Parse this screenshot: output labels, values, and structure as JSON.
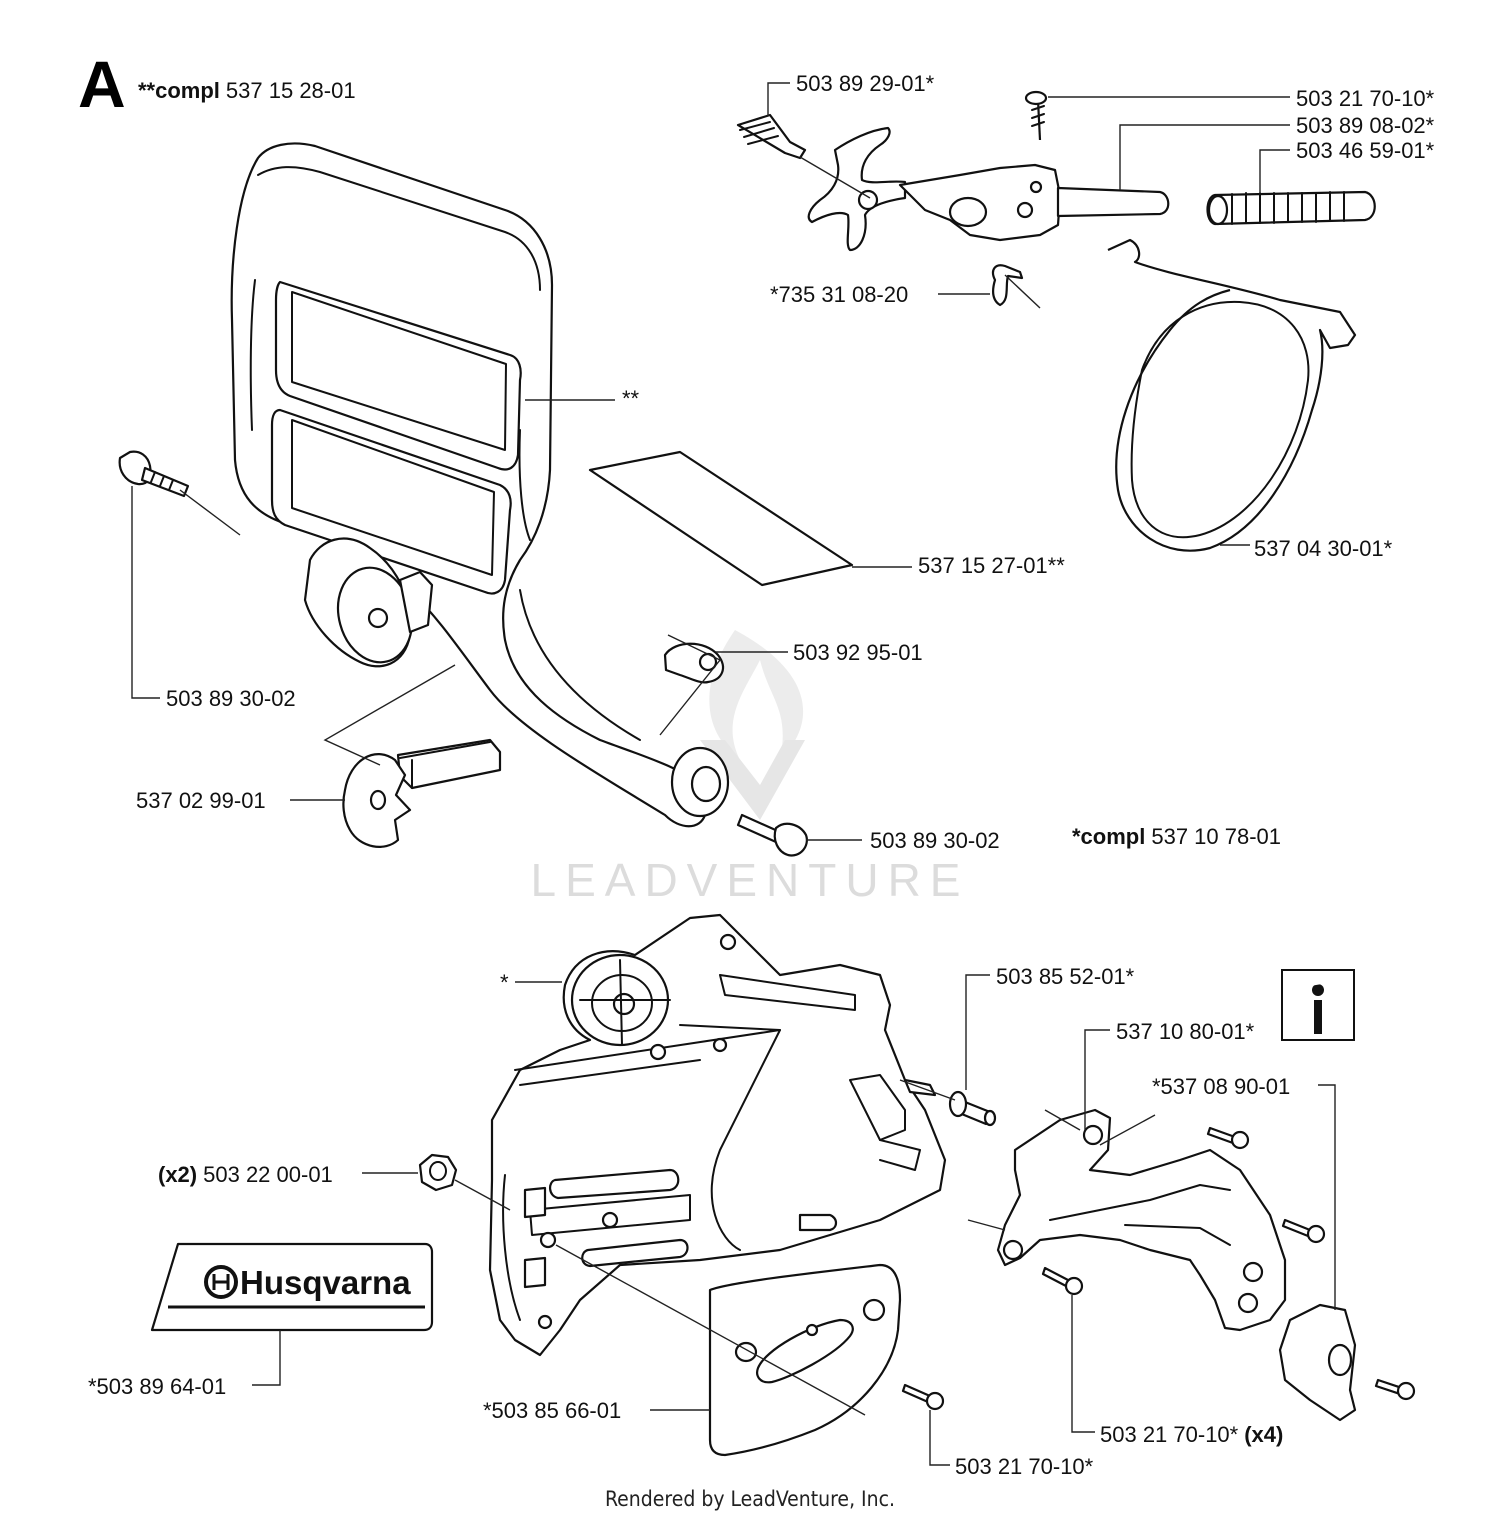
{
  "section": {
    "letter": "A",
    "kit_prefix": "**compl",
    "kit_number": "537 15 28-01"
  },
  "kit2": {
    "prefix": "*compl",
    "number": "537 10 78-01"
  },
  "labels": {
    "p_503892901": "503 89 29-01*",
    "p_503217010_top": "503 21 70-10*",
    "p_503890802": "503 89 08-02*",
    "p_503465901": "503 46 59-01*",
    "p_735310820": "*735 31 08-20",
    "p_guard_marker": "**",
    "p_537152701": "537 15 27-01**",
    "p_537043001": "537 04 30-01*",
    "p_503929501": "503 92 95-01",
    "p_503893002_a": "503 89 30-02",
    "p_537029901": "537 02 99-01",
    "p_503893002_b": "503 89 30-02",
    "p_cover_marker": "*",
    "p_503855201": "503 85 52-01*",
    "p_537108001": "537 10 80-01*",
    "p_537089001": "*537 08 90-01",
    "p_qty_x2": "(x2)",
    "p_503220001": "503 22 00-01",
    "p_503896401": "*503 89 64-01",
    "p_503856601": "*503 85 66-01",
    "p_503217010_x4": "503 21 70-10*",
    "p_qty_x4": "(x4)",
    "p_503217010_bottom": "503 21 70-10*"
  },
  "decal": {
    "brand": "Husqvarna"
  },
  "watermark": "LEADVENTURE",
  "footer": "Rendered by LeadVenture, Inc.",
  "colors": {
    "ink": "#111111",
    "watermark": "#dcdcdc",
    "background": "#ffffff"
  },
  "icons": [
    "wrench-info-icon"
  ]
}
